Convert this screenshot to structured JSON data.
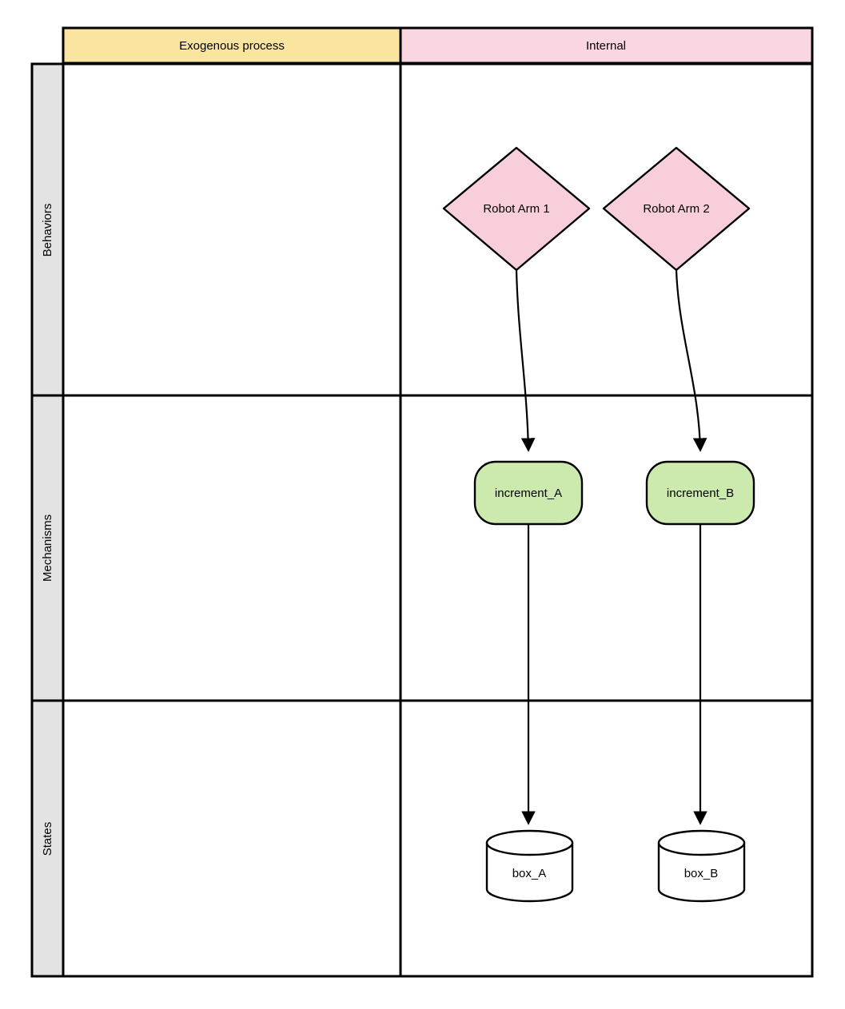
{
  "diagram": {
    "title": "Exogenous process / Internal swimlane diagram",
    "colors": {
      "lane_exogenous_fill": "#fae5a0",
      "lane_internal_fill": "#fad6e3",
      "row_label_fill": "#e3e3e3",
      "behavior_node_fill": "#f8cedb",
      "mechanism_node_fill": "#cdeaae",
      "state_node_fill": "#ffffff",
      "stroke": "#000000",
      "cell_background": "#ffffff"
    },
    "columns": [
      {
        "id": "exogenous",
        "label": "Exogenous process"
      },
      {
        "id": "internal",
        "label": "Internal"
      }
    ],
    "rows": [
      {
        "id": "behaviors",
        "label": "Behaviors"
      },
      {
        "id": "mechanisms",
        "label": "Mechanisms"
      },
      {
        "id": "states",
        "label": "States"
      }
    ],
    "nodes": [
      {
        "id": "robot_arm_1",
        "label": "Robot Arm 1",
        "shape": "diamond",
        "row": "behaviors",
        "column": "internal"
      },
      {
        "id": "robot_arm_2",
        "label": "Robot Arm 2",
        "shape": "diamond",
        "row": "behaviors",
        "column": "internal"
      },
      {
        "id": "increment_a",
        "label": "increment_A",
        "shape": "rounded-rectangle",
        "row": "mechanisms",
        "column": "internal"
      },
      {
        "id": "increment_b",
        "label": "increment_B",
        "shape": "rounded-rectangle",
        "row": "mechanisms",
        "column": "internal"
      },
      {
        "id": "box_a",
        "label": "box_A",
        "shape": "cylinder",
        "row": "states",
        "column": "internal"
      },
      {
        "id": "box_b",
        "label": "box_B",
        "shape": "cylinder",
        "row": "states",
        "column": "internal"
      }
    ],
    "edges": [
      {
        "id": "edge_arm1_incA",
        "from": "robot_arm_1",
        "to": "increment_a",
        "style": "curved-arrow"
      },
      {
        "id": "edge_arm2_incB",
        "from": "robot_arm_2",
        "to": "increment_b",
        "style": "curved-arrow"
      },
      {
        "id": "edge_incA_boxA",
        "from": "increment_a",
        "to": "box_a",
        "style": "straight-arrow"
      },
      {
        "id": "edge_incB_boxB",
        "from": "increment_b",
        "to": "box_b",
        "style": "straight-arrow"
      }
    ]
  }
}
